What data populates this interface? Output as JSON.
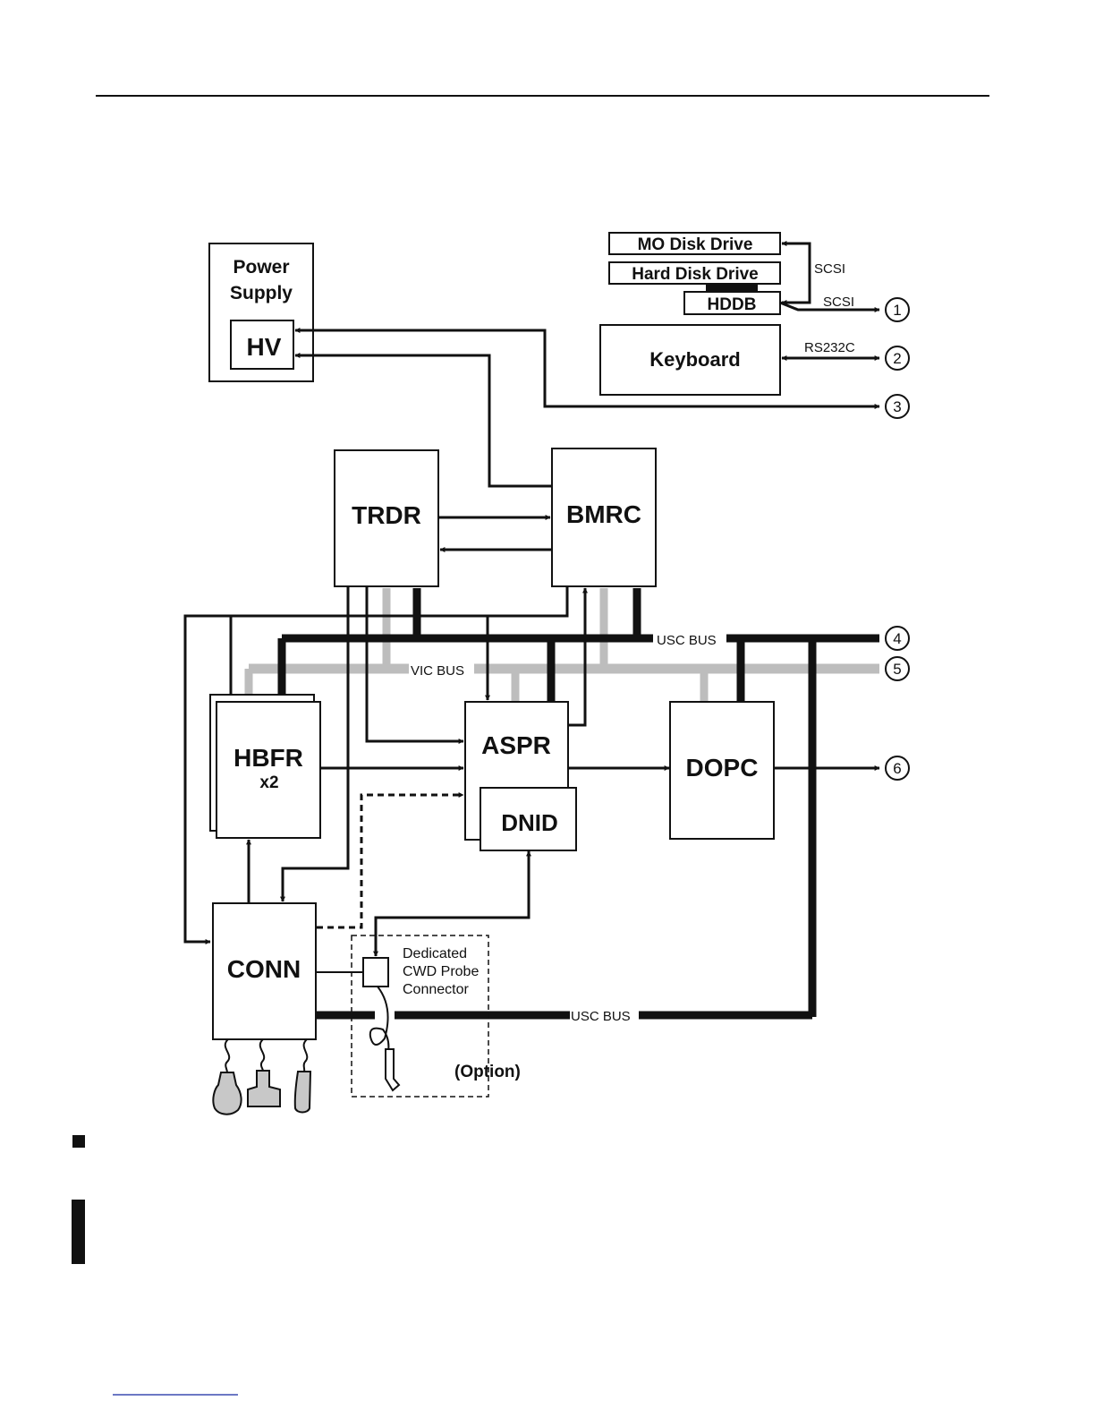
{
  "blocks": {
    "power_supply_line1": "Power",
    "power_supply_line2": "Supply",
    "hv": "HV",
    "mo_disk_drive": "MO Disk Drive",
    "hard_disk_drive": "Hard Disk Drive",
    "hddb": "HDDB",
    "keyboard": "Keyboard",
    "trdr": "TRDR",
    "bmrc": "BMRC",
    "hbfr": "HBFR",
    "hbfr_count": "x2",
    "aspr": "ASPR",
    "dnid": "DNID",
    "dopc": "DOPC",
    "conn": "CONN"
  },
  "labels": {
    "scsi_top": "SCSI",
    "scsi_bottom": "SCSI",
    "rs232c": "RS232C",
    "usc_bus_top": "USC BUS",
    "vic_bus": "VIC BUS",
    "usc_bus_bottom": "USC BUS",
    "cwd_line1": "Dedicated",
    "cwd_line2": "CWD Probe",
    "cwd_line3": "Connector",
    "option": "(Option)"
  },
  "connectors": [
    "1",
    "2",
    "3",
    "4",
    "5",
    "6"
  ],
  "colors": {
    "ink": "#111111",
    "vic_bus": "#bdbdbd",
    "probe_fill": "#c8c8c8",
    "footer_rule": "#3b4bb0"
  }
}
